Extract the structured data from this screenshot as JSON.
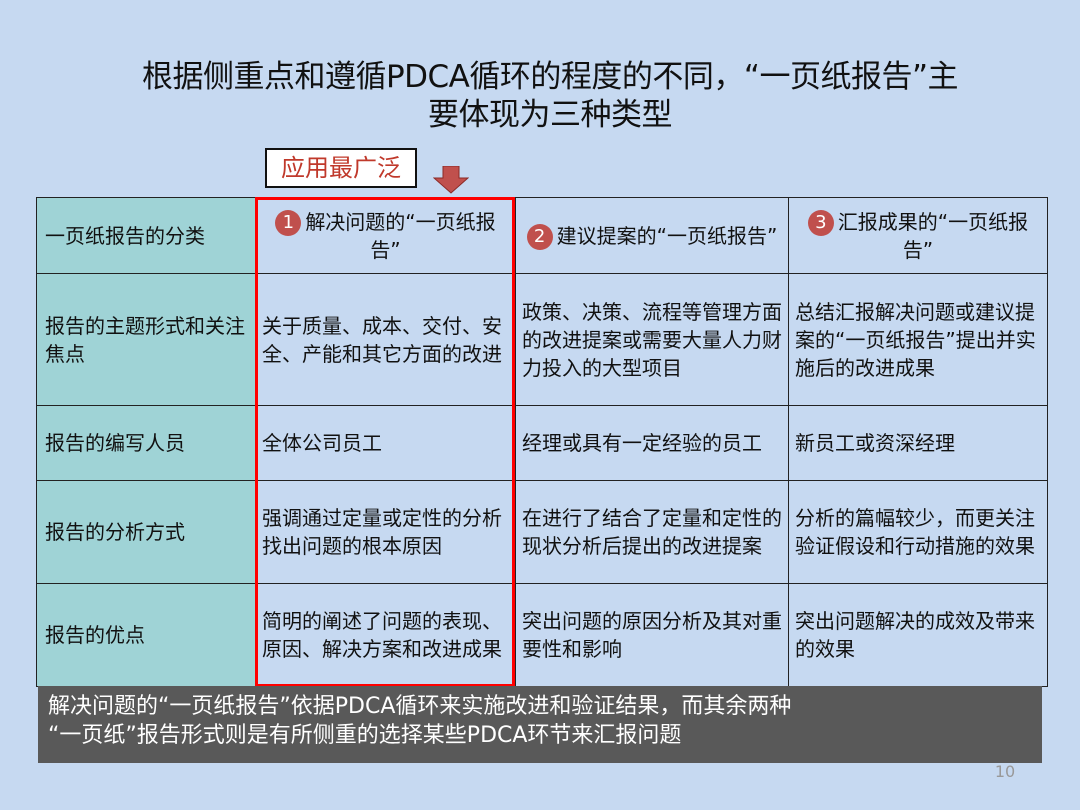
{
  "title": {
    "line1": "根据侧重点和遵循PDCA循环的程度的不同，“一页纸报告”主",
    "line2": "要体现为三种类型"
  },
  "callout": {
    "label": "应用最广泛",
    "arrow_icon": "down-arrow-icon"
  },
  "colors": {
    "background": "#c6d9f1",
    "row_header_bg": "#9fd3d6",
    "badge": "#c0504d",
    "highlight_border": "#ff0000",
    "footer_bg": "#595959"
  },
  "table": {
    "header": {
      "label": "一页纸报告的分类",
      "columns": [
        {
          "number": "1",
          "title": "解决问题的“一页纸报告”"
        },
        {
          "number": "2",
          "title": "建议提案的“一页纸报告”"
        },
        {
          "number": "3",
          "title": "汇报成果的“一页纸报告”"
        }
      ]
    },
    "rows": [
      {
        "label": "报告的主题形式和关注焦点",
        "cells": [
          "关于质量、成本、交付、安全、产能和其它方面的改进",
          "政策、决策、流程等管理方面的改进提案或需要大量人力财力投入的大型项目",
          "总结汇报解决问题或建议提案的“一页纸报告”提出并实施后的改进成果"
        ]
      },
      {
        "label": "报告的编写人员",
        "cells": [
          "全体公司员工",
          "经理或具有一定经验的员工",
          "新员工或资深经理"
        ]
      },
      {
        "label": "报告的分析方式",
        "cells": [
          "强调通过定量或定性的分析找出问题的根本原因",
          "在进行了结合了定量和定性的现状分析后提出的改进提案",
          "分析的篇幅较少，而更关注验证假设和行动措施的效果"
        ]
      },
      {
        "label": "报告的优点",
        "cells": [
          "简明的阐述了问题的表现、原因、解决方案和改进成果",
          "突出问题的原因分析及其对重要性和影响",
          "突出问题解决的成效及带来的效果"
        ]
      }
    ]
  },
  "footer": {
    "line1": "解决问题的“一页纸报告”依据PDCA循环来实施改进和验证结果，而其余两种",
    "line2": "“一页纸”报告形式则是有所侧重的选择某些PDCA环节来汇报问题"
  },
  "page_number": "10"
}
